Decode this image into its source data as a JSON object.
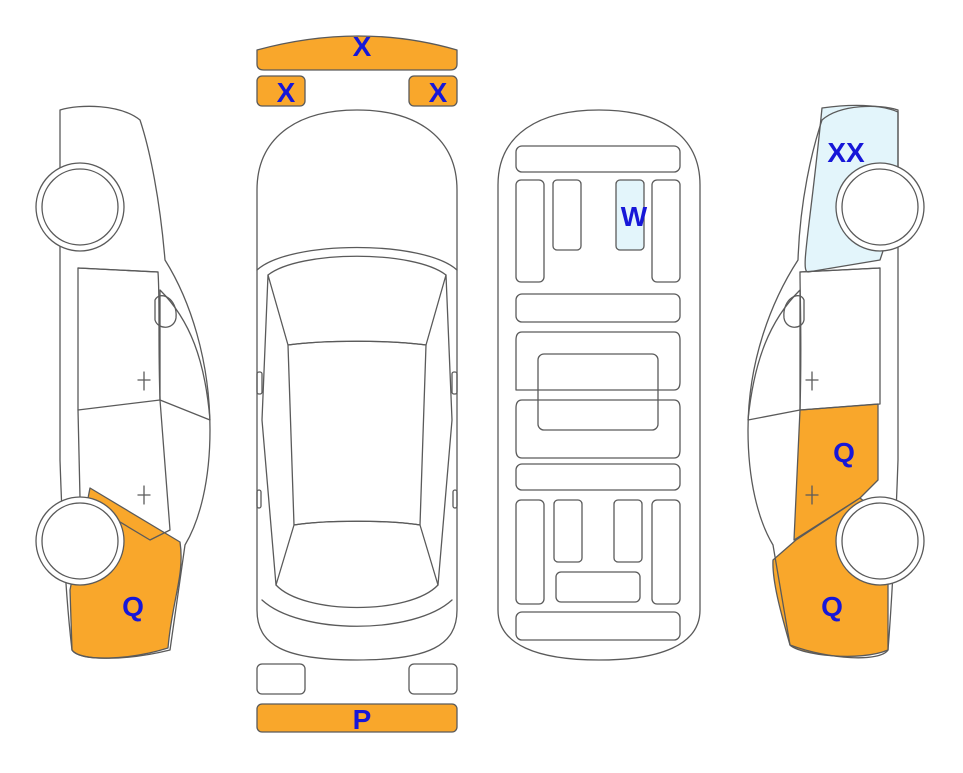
{
  "colors": {
    "damage_orange": "#F9A72B",
    "damage_light_blue": "#E3F5FB",
    "outline": "#5a5a5a",
    "label_blue": "#1717D8",
    "background": "#ffffff"
  },
  "front_bumper": {
    "label": "X"
  },
  "front_left_light": {
    "label": "X"
  },
  "front_right_light": {
    "label": "X"
  },
  "rear_bumper": {
    "label": "P"
  },
  "interior_seat": {
    "label": "W"
  },
  "left_side_rear": {
    "label": "Q"
  },
  "right_side_front_fender": {
    "label": "XX"
  },
  "right_side_rear_door": {
    "label": "Q"
  },
  "right_side_rear_quarter": {
    "label": "Q"
  }
}
